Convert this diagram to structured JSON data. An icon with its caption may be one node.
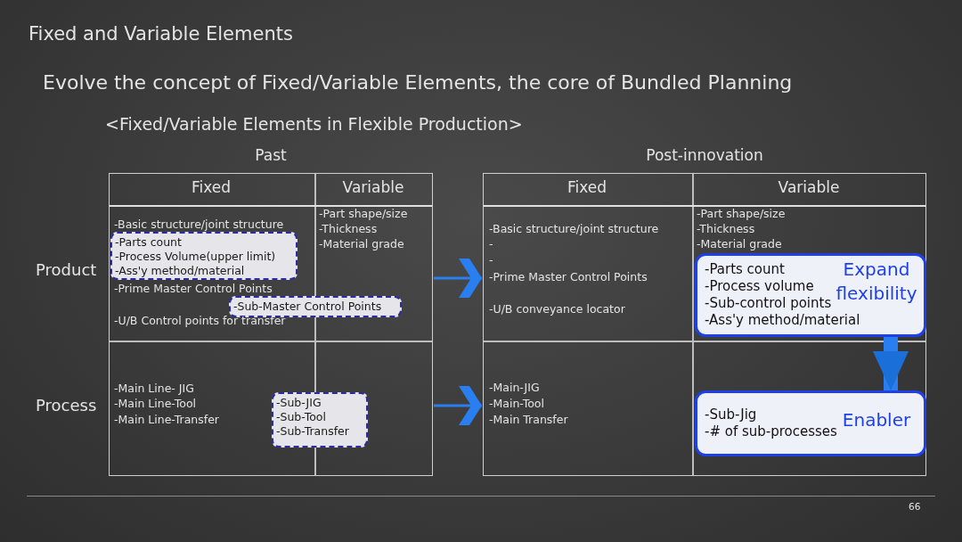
{
  "diagram": {
    "title": "Fixed and Variable Elements",
    "nodes": [
      {
        "text": [
          "Past"
        ]
      },
      {
        "text": [
          "Post-innovation"
        ]
      },
      {
        "text": [
          "-Parts count",
          "-Process Volume(upper limit)",
          "-Ass'y method/material"
        ],
        "in": 0
      },
      {
        "text": [
          "-Sub-Master Control Points"
        ],
        "in": 0
      },
      {
        "text": [
          "-Sub-JIG",
          "-Sub-Tool",
          "-Sub-Transfer"
        ],
        "in": 0
      },
      {
        "text": [
          "-Parts count",
          "-Process volume",
          "-Sub-control points",
          "-Ass'y method/material",
          "Expand flexibility"
        ],
        "in": 1
      },
      {
        "text": [
          "-Sub-Jig",
          "-# of sub-processes",
          "Enabler"
        ],
        "in": 1
      }
    ],
    "edges": [
      {
        "from": 0,
        "to": 1,
        "arrow": "to"
      },
      {
        "from": 0,
        "to": 1,
        "arrow": "to"
      },
      {
        "from": 5,
        "to": 6,
        "arrow": "to",
        "style": "thick"
      }
    ],
    "labels": [
      "Evolve the concept of Fixed/Variable Elements, the core of Bundled Planning",
      "<Fixed/Variable Elements in Flexible Production>",
      "Product",
      "Process",
      "Fixed",
      "Variable",
      "-Basic structure/joint structure",
      "-Prime Master Control Points",
      "-U/B Control points for transfer",
      "-Part shape/size",
      "-Thickness",
      "-Material grade",
      "-Main Line- JIG",
      "-Main Line-Tool",
      "-Main Line-Transfer",
      "Fixed",
      "Variable",
      "-Basic structure/joint structure",
      "-",
      "-",
      "-Prime Master Control Points",
      "-U/B conveyance locator",
      "-Part shape/size",
      "-Thickness",
      "-Material grade",
      "-Main-JIG",
      "-Main-Tool",
      "-Main Transfer",
      "66"
    ]
  }
}
